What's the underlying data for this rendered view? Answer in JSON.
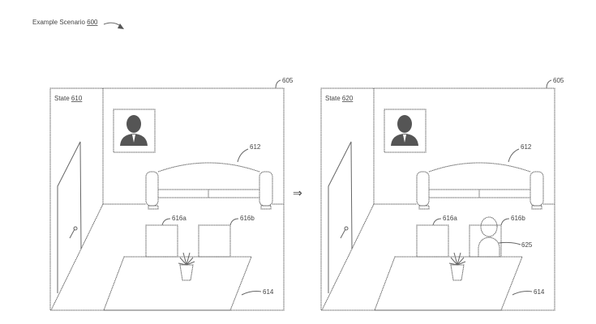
{
  "title": {
    "text": "Example Scenario",
    "ref": "600"
  },
  "transition_arrow": "⇒",
  "panels": [
    {
      "state_label": "State",
      "state_ref": "610",
      "room_ref": "605",
      "sofa_ref": "612",
      "table_ref": "614",
      "chair_a_ref": "616a",
      "chair_b_ref": "616b",
      "person_present": false
    },
    {
      "state_label": "State",
      "state_ref": "620",
      "room_ref": "605",
      "sofa_ref": "612",
      "table_ref": "614",
      "chair_a_ref": "616a",
      "chair_b_ref": "616b",
      "person_present": true,
      "person_ref": "625"
    }
  ]
}
